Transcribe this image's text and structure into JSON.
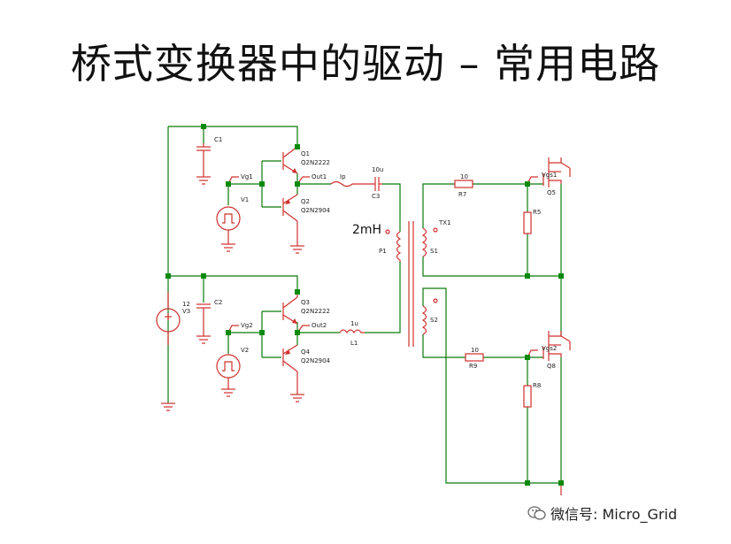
{
  "title": "桥式变换器中的驱动 – 常用电路",
  "schematic": {
    "inductance_note": "2mH",
    "components": {
      "C1": "C1",
      "C2": "C2",
      "C3": "C3",
      "C3_val": "10u",
      "Q1": "Q1",
      "Q1_part": "Q2N2222",
      "Q2": "Q2",
      "Q2_part": "Q2N2904",
      "Q3": "Q3",
      "Q3_part": "Q2N2222",
      "Q4": "Q4",
      "Q4_part": "Q2N2904",
      "V1": "V1",
      "V2": "V2",
      "V3": "V3",
      "V3_val": "12",
      "Vg1": "Vg1",
      "Vg2": "Vg2",
      "Out1": "Out1",
      "Out2": "Out2",
      "Ip": "Ip",
      "L1": "L1",
      "L1_val": "1u",
      "TX1": "TX1",
      "P1": "P1",
      "S1": "S1",
      "S2": "S2",
      "R7": "R7",
      "R7_val": "10",
      "R9": "R9",
      "R9_val": "10",
      "R5": "R5",
      "R8": "R8",
      "Q5": "Q5",
      "Q8": "Q8",
      "Vgs1": "Vgs1",
      "Vgs2": "Vgs2"
    }
  },
  "watermark": "微信号: Micro_Grid"
}
